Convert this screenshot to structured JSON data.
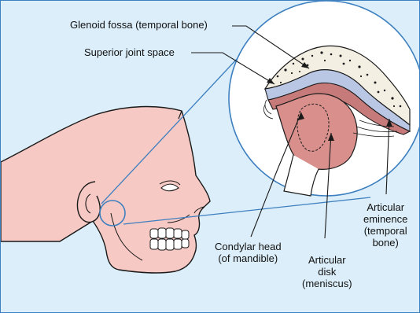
{
  "figure": {
    "colors": {
      "background": "#dceef9",
      "frame": "#3d7fbf",
      "skin": "#f7c9c4",
      "zoom_circle_fill": "#ffffff",
      "zoom_lines": "#3d7fbf",
      "condyle": "#d9908c",
      "disk": "#c77a7a",
      "bone_space": "#b9c6e4",
      "outline": "#1a1a1a"
    },
    "labels": {
      "glenoid_fossa": "Glenoid fossa (temporal bone)",
      "superior_joint_space": "Superior joint space",
      "condylar_head": "Condylar head\n(of mandible)",
      "articular_disk": "Articular\ndisk\n(meniscus)",
      "articular_eminence": "Articular\neminence\n(temporal\nbone)"
    }
  }
}
